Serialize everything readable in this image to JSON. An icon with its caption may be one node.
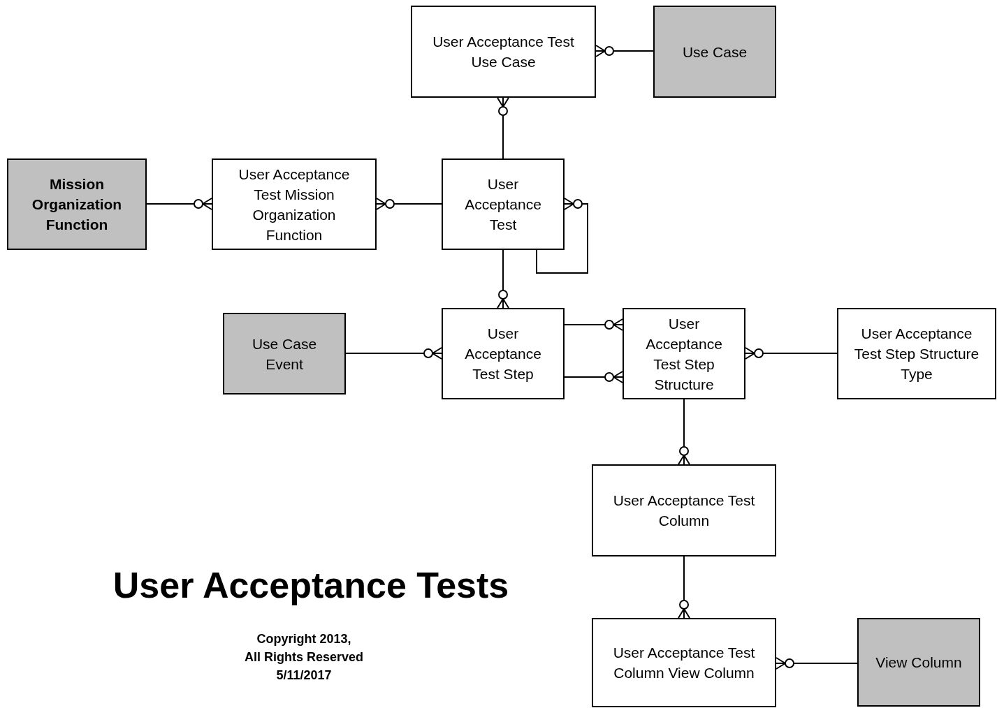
{
  "diagram": {
    "title": "User Acceptance Tests",
    "nodes": [
      {
        "text": [
          "User Acceptance Test Use Case"
        ]
      },
      {
        "text": [
          "Use Case"
        ]
      },
      {
        "text": [
          "Mission Organization Function"
        ]
      },
      {
        "text": [
          "User Acceptance Test Mission Organization Function"
        ]
      },
      {
        "text": [
          "User Acceptance Test"
        ]
      },
      {
        "text": [
          "Use Case Event"
        ]
      },
      {
        "text": [
          "User Acceptance Test Step"
        ]
      },
      {
        "text": [
          "User Acceptance Test Step Structure"
        ]
      },
      {
        "text": [
          "User Acceptance Test Step Structure Type"
        ]
      },
      {
        "text": [
          "User Acceptance Test Column"
        ]
      },
      {
        "text": [
          "User Acceptance Test Column View Column"
        ]
      },
      {
        "text": [
          "View Column"
        ]
      }
    ],
    "edges": [
      {
        "from": 1,
        "to": 0,
        "arrow": "other"
      },
      {
        "from": 4,
        "to": 0,
        "arrow": "other"
      },
      {
        "from": 2,
        "to": 3,
        "arrow": "other"
      },
      {
        "from": 4,
        "to": 3,
        "arrow": "other"
      },
      {
        "from": 4,
        "to": 4,
        "arrow": "other"
      },
      {
        "from": 4,
        "to": 6,
        "arrow": "other"
      },
      {
        "from": 5,
        "to": 6,
        "arrow": "other"
      },
      {
        "from": 6,
        "to": 7,
        "arrow": "other"
      },
      {
        "from": 6,
        "to": 7,
        "arrow": "other"
      },
      {
        "from": 8,
        "to": 7,
        "arrow": "other"
      },
      {
        "from": 7,
        "to": 9,
        "arrow": "other"
      },
      {
        "from": 9,
        "to": 10,
        "arrow": "other"
      },
      {
        "from": 11,
        "to": 10,
        "arrow": "other"
      }
    ],
    "labels": [
      "Copyright 2013,",
      "All Rights Reserved",
      "5/11/2017"
    ]
  }
}
